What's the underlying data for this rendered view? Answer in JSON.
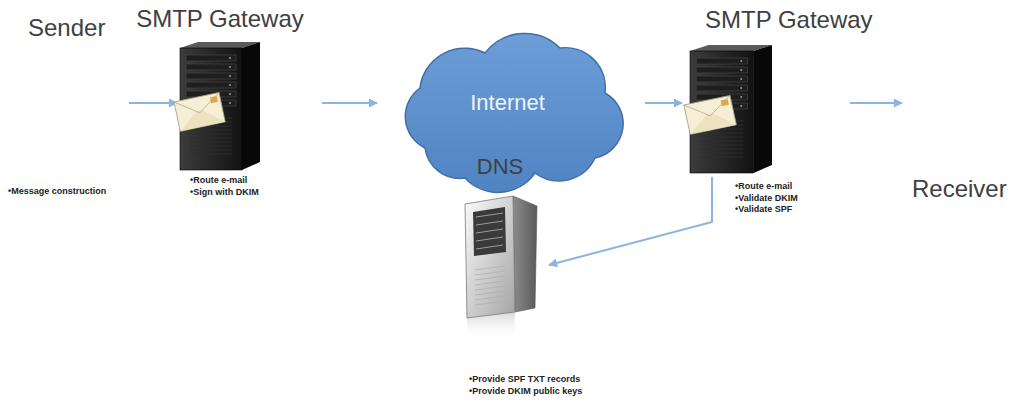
{
  "diagram": {
    "nodes": [
      {
        "text": [
          "Sender",
          "•Message construction"
        ]
      },
      {
        "text": [
          "SMTP Gateway",
          "•Route e-mail",
          "•Sign with DKIM"
        ]
      },
      {
        "text": [
          "Internet"
        ]
      },
      {
        "text": [
          "SMTP Gateway",
          "•Route e-mail",
          "•Validate DKIM",
          "•Validate SPF"
        ]
      },
      {
        "text": [
          "Receiver"
        ]
      },
      {
        "text": [
          "DNS",
          "•Provide SPF TXT records",
          "•Provide DKIM public keys"
        ]
      }
    ],
    "edges": [
      {
        "from": 0,
        "to": 1,
        "arrow": "to"
      },
      {
        "from": 1,
        "to": 2,
        "arrow": "to"
      },
      {
        "from": 2,
        "to": 3,
        "arrow": "to"
      },
      {
        "from": 3,
        "to": 4,
        "arrow": "to"
      },
      {
        "from": 3,
        "to": 5,
        "arrow": "to"
      }
    ]
  }
}
